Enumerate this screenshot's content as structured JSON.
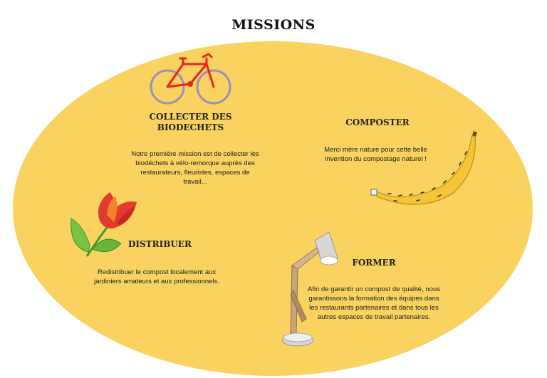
{
  "page": {
    "title": "MISSIONS",
    "accent_color": "#f9d25f"
  },
  "missions": {
    "collect": {
      "heading": "COLLECTER DES BIODECHETS",
      "text": "Notre première mission est de collecter les biodéchets à vélo-remorque auprès des restaurateurs, fleuristes, espaces de travail...",
      "icon": "bicycle-icon"
    },
    "compost": {
      "heading": "COMPOSTER",
      "text": "Merci mère nature pour cette belle invention du compostage naturel !",
      "icon": "banana-icon"
    },
    "distribute": {
      "heading": "DISTRIBUER",
      "text": "Redistribuer le compost localement aux jardiniers amateurs et aux professionnels.",
      "icon": "tulip-icon"
    },
    "train": {
      "heading": "FORMER",
      "text": "Afin de garantir un compost de qualité, nous garantissons la formation des équipes dans les restaurants partenaires et dans tous les autres espaces de travail partenaires.",
      "icon": "desk-lamp-icon"
    }
  }
}
